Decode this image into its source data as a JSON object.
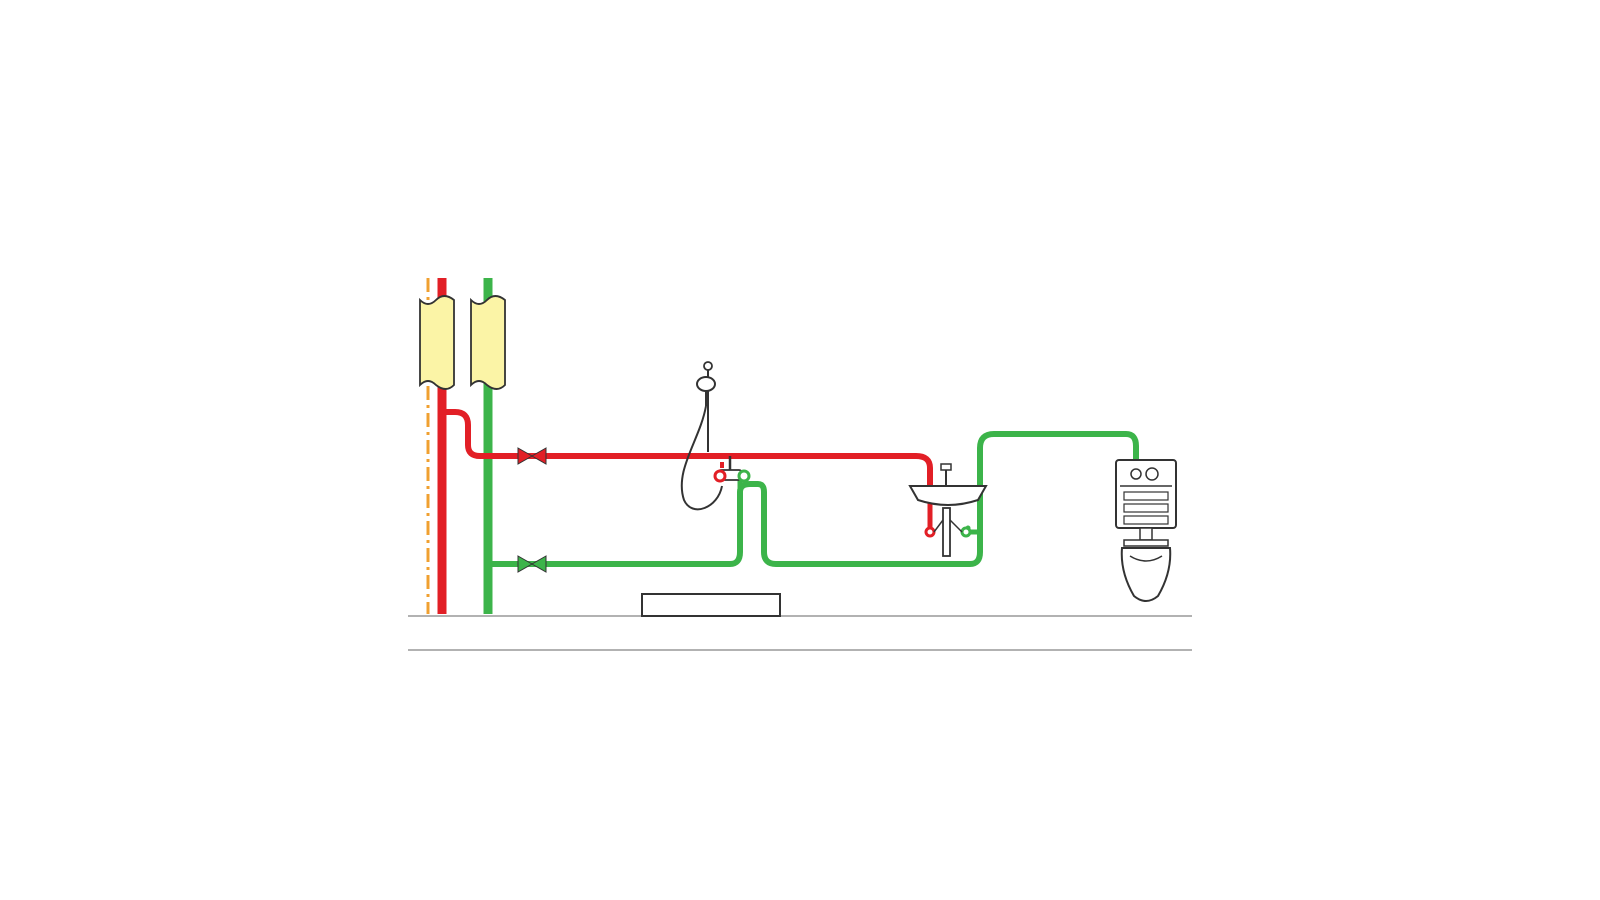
{
  "diagram": {
    "kind": "plumbing-schematic",
    "colors": {
      "hot_water": "#e21f26",
      "cold_water": "#3cb44a",
      "circulation": "#f0a030",
      "insulation": "#fbf4a6",
      "outline": "#333333",
      "floor_line": "#999999"
    },
    "components": [
      "dash-dot-circulation-riser",
      "hot-water-riser",
      "cold-water-riser",
      "riser-insulation-sleeve",
      "hot-water-shutoff-valve",
      "cold-water-shutoff-valve",
      "shower-set-with-mixer",
      "washbasin-with-mixer-tap",
      "wc-concealed-cistern-with-wall-hung-toilet",
      "shower-tray",
      "floor-lines"
    ],
    "icons": {
      "valve": "bowtie-valve-icon",
      "shower": "shower-head-icon",
      "basin": "washbasin-icon",
      "toilet": "wc-cistern-icon"
    }
  }
}
